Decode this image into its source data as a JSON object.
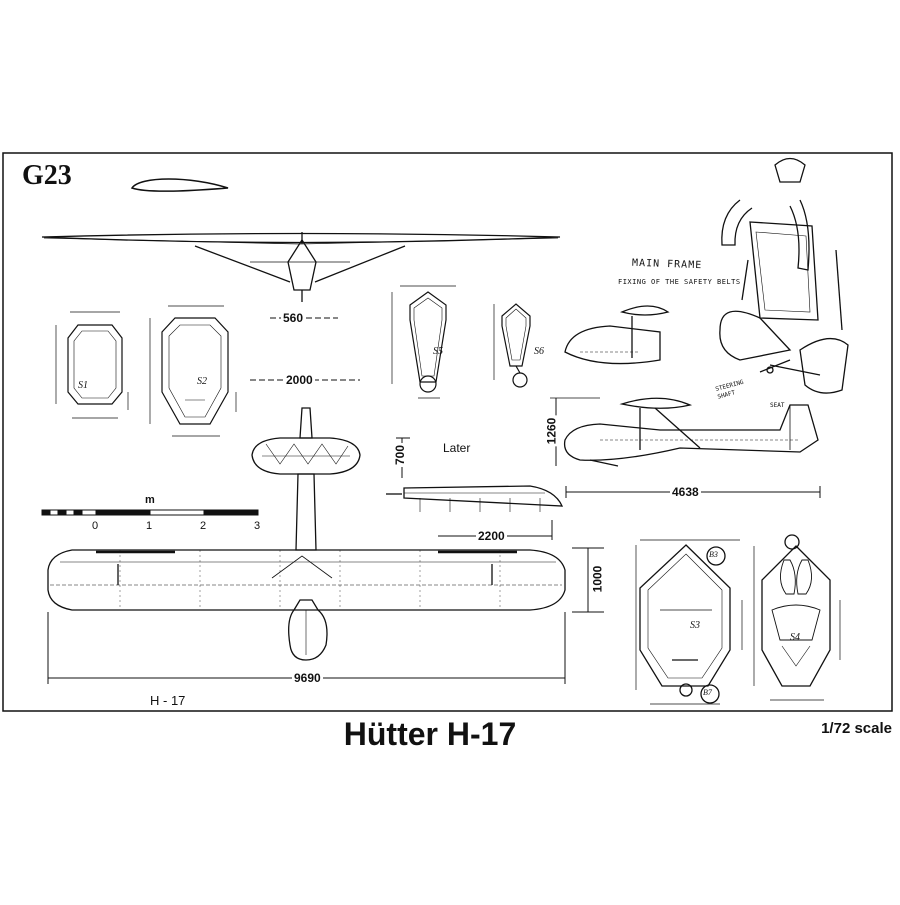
{
  "sheet": {
    "code": "G23",
    "title": "Hütter H-17",
    "scale": "1/72 scale",
    "model_label": "H - 17"
  },
  "labels": {
    "later": "Later",
    "main_frame": "MAIN FRAME",
    "fixing": "FIXING OF THE SAFETY BELTS",
    "steering": "STEERING SHAFT",
    "seat": "SEAT"
  },
  "sections": {
    "s1": "S1",
    "s2": "S2",
    "s3": "S3",
    "s4": "S4",
    "s5": "S5",
    "s6": "S6",
    "b3": "B3",
    "b7": "B7"
  },
  "dimensions": {
    "d560": "560",
    "d2000": "2000",
    "d700": "700",
    "d1260": "1260",
    "d4638": "4638",
    "d2200": "2200",
    "d1000": "1000",
    "d9690": "9690"
  },
  "scale_bar": {
    "unit": "m",
    "ticks": [
      "0",
      "1",
      "2",
      "3"
    ]
  }
}
